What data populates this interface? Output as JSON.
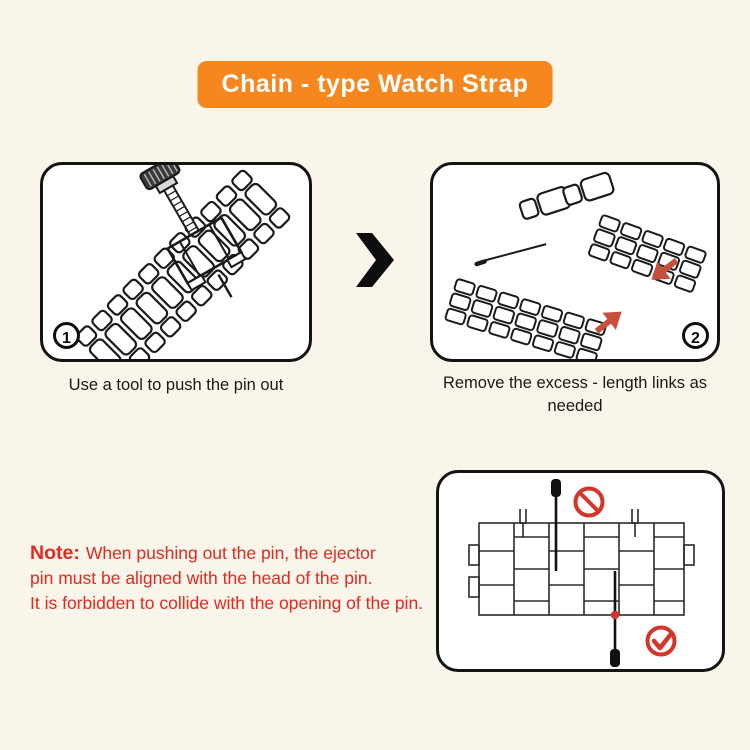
{
  "title": "Chain - type Watch Strap",
  "steps": [
    {
      "number": "1",
      "caption": "Use a tool to push the pin out"
    },
    {
      "number": "2",
      "caption": "Remove the excess - length links as needed"
    }
  ],
  "note": {
    "label": "Note:",
    "lines": [
      "When pushing out the pin, the ejector",
      "pin must be aligned with the head of the pin.",
      "It is forbidden to collide with the opening of the pin."
    ]
  },
  "colors": {
    "background": "#FAF5EA",
    "banner_orange": "#F6871F",
    "note_red": "#E6281E",
    "arrow_red": "#C7503C",
    "line_black": "#141414"
  },
  "icons": [
    "arrow-right-icon",
    "red-arrow-icon",
    "prohibition-icon",
    "check-icon",
    "link-remover-tool-illustration",
    "watch-band-links-illustration",
    "pin-alignment-diagram"
  ]
}
